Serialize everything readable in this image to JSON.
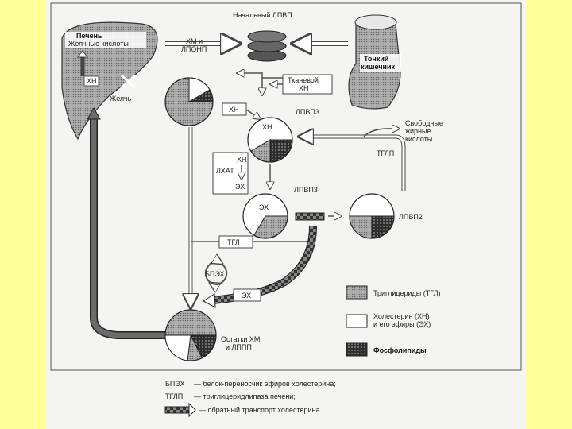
{
  "diagram": {
    "nascent_hdl": "Начальный ЛПВП",
    "liver_title": "Печень",
    "bile_acids": "Желчные кислоты",
    "liver_chol": "ХН",
    "bile": "Желчь",
    "small_intestine_1": "Тонкий",
    "small_intestine_2": "кишечник",
    "chylo_vldl_1": "ХМ и",
    "chylo_vldl_2": "ЛПОНП",
    "tissue_chol_1": "Тканевой",
    "tissue_chol_2": "ХН",
    "xn_box": "ХН",
    "hdl3_top": "ЛПВП3",
    "hdl3_top_inner": "ХН",
    "free_fa_1": "Свободные",
    "free_fa_2": "жирные",
    "free_fa_3": "кислоты",
    "tglp": "ТГЛП",
    "lcat_xn": "ХН",
    "lcat": "ЛХАТ",
    "lcat_ex": "ЭХ",
    "hdl3_mid": "ЛПВП3",
    "hdl3_mid_inner": "ЭХ",
    "hdl2": "ЛПВП2",
    "tgl_box": "ТГЛ",
    "bpeh": "БПЭХ",
    "ex_box": "ЭХ",
    "remnants_1": "Остатки ХМ",
    "remnants_2": "и ЛППП"
  },
  "legend": {
    "triglycerides": "Триглицериды (ТГЛ)",
    "cholesterol_1": "Холестерин (ХН)",
    "cholesterol_2": "и его эфиры (ЭХ)",
    "phospholipids": "Фосфолипиды"
  },
  "footnotes": [
    {
      "abbr": "БПЭХ",
      "text": "— белок-переносчик эфиров холестерина;"
    },
    {
      "abbr": "ТГЛП",
      "text": "— триглицеридлипаза печени;"
    },
    {
      "abbr": "",
      "text": "— обратный транспорт холестерина"
    }
  ],
  "colors": {
    "frame_bg": "#ffff99",
    "figure_bg": "#f4f4f2",
    "tg_fill": "#9a9a9a",
    "chol_fill": "#ffffff",
    "pl_fill": "#3a3a3a",
    "organ_fill": "#c8c8c8"
  }
}
